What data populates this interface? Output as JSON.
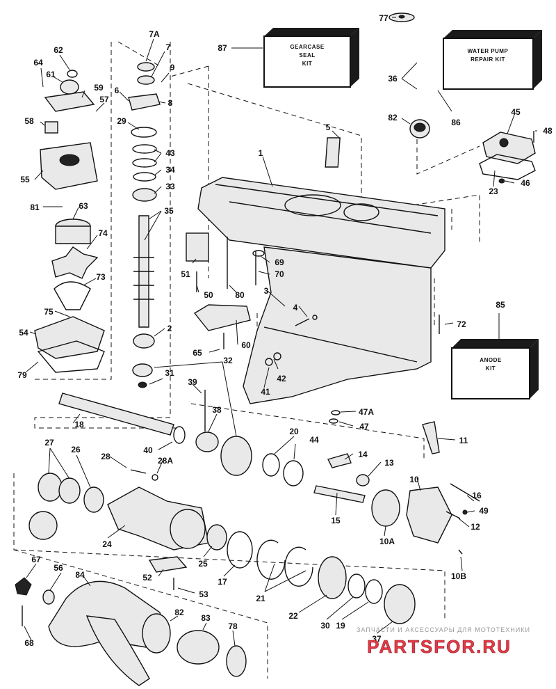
{
  "kits": {
    "gearcase_seal": [
      "GEARCASE",
      "SEAL",
      "KIT"
    ],
    "water_pump": [
      "WATER PUMP",
      "REPAIR KIT"
    ],
    "anode": [
      "ANODE",
      "KIT"
    ]
  },
  "watermark": {
    "tagline": "ЗАПЧАСТИ И АКСЕССУАРЫ ДЛЯ МОТОТЕХНИКИ",
    "brand": "PARTSFOR.RU"
  },
  "colors": {
    "line": "#111111",
    "watermark_red": "#e63946",
    "watermark_gray": "#9a9a9a"
  },
  "callouts": {
    "c77": "77",
    "c87": "87",
    "c7A": "7A",
    "c7": "7",
    "c9": "9",
    "c62": "62",
    "c64": "64",
    "c61": "61",
    "c59": "59",
    "c6": "6",
    "c8": "8",
    "c36": "36",
    "c86": "86",
    "c82a": "82",
    "c45": "45",
    "c48": "48",
    "c57": "57",
    "c58": "58",
    "c29": "29",
    "c43": "43",
    "c5": "5",
    "c55": "55",
    "c34": "34",
    "c33": "33",
    "c1": "1",
    "c23": "23",
    "c46": "46",
    "c81": "81",
    "c63": "63",
    "c35": "35",
    "c74": "74",
    "c73": "73",
    "c69": "69",
    "c70": "70",
    "c51": "51",
    "c50": "50",
    "c80": "80",
    "c3": "3",
    "c85": "85",
    "c75": "75",
    "c54": "54",
    "c4": "4",
    "c72": "72",
    "c2": "2",
    "c60": "60",
    "c65": "65",
    "c79": "79",
    "c32": "32",
    "c31": "31",
    "c42": "42",
    "c41": "41",
    "c39": "39",
    "c38": "38",
    "c47A": "47A",
    "c47": "47",
    "c18": "18",
    "c40": "40",
    "c20": "20",
    "c44": "44",
    "c11": "11",
    "c27": "27",
    "c26": "26",
    "c28": "28",
    "c28A": "28A",
    "c14": "14",
    "c13": "13",
    "c10": "10",
    "c16": "16",
    "c49": "49",
    "c12": "12",
    "c15": "15",
    "c10A": "10A",
    "c24": "24",
    "c25": "25",
    "c17": "17",
    "c52": "52",
    "c10B": "10B",
    "c53": "53",
    "c21": "21",
    "c67": "67",
    "c56": "56",
    "c84": "84",
    "c22": "22",
    "c30": "30",
    "c19": "19",
    "c37": "37",
    "c82b": "82",
    "c83": "83",
    "c78": "78",
    "c68": "68"
  }
}
